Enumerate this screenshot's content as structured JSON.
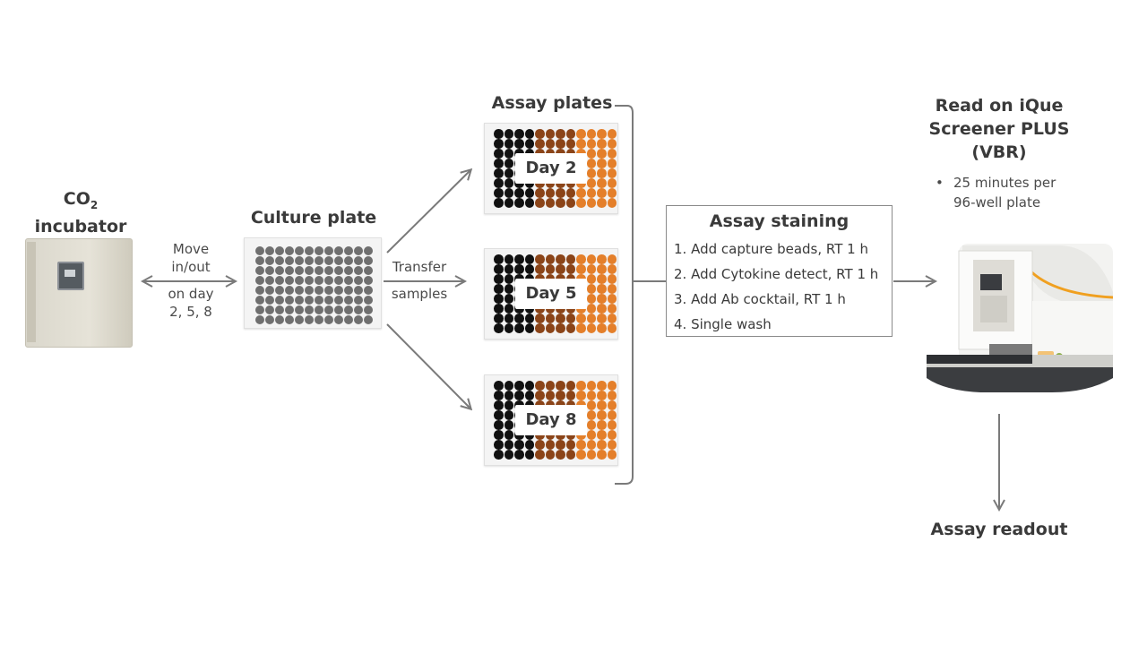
{
  "incubator": {
    "label_main": "CO",
    "label_sub": "2",
    "label_line2": "incubator"
  },
  "move": {
    "line1": "Move",
    "line2": "in/out",
    "line3": "on day",
    "line4": "2, 5, 8"
  },
  "culture_plate": {
    "title": "Culture plate"
  },
  "transfer": {
    "line1": "Transfer",
    "line2": "samples"
  },
  "assay_plates": {
    "title": "Assay plates",
    "plates": [
      {
        "label": "Day 2"
      },
      {
        "label": "Day 5"
      },
      {
        "label": "Day 8"
      }
    ]
  },
  "staining": {
    "title": "Assay staining",
    "steps": [
      "1.  Add capture beads, RT 1 h",
      "2.  Add Cytokine detect, RT 1 h",
      "3.  Add Ab cocktail, RT 1 h",
      "4.  Single wash"
    ]
  },
  "reader": {
    "title_line1": "Read on iQue",
    "title_line2": "Screener PLUS",
    "title_line3": "(VBR)",
    "bullet_line1": "25 minutes per",
    "bullet_line2": "96-well plate"
  },
  "readout": {
    "label": "Assay readout"
  },
  "colors": {
    "arrow": "#7a7a7a",
    "well_gray": "#6f6f6f",
    "well_black": "#111111",
    "well_brown": "#8b4418",
    "well_orange": "#e47f2a",
    "instrument_accent": "#f0a020"
  },
  "icons": [
    "incubator-icon",
    "well-plate-icon",
    "ique-instrument-icon"
  ]
}
